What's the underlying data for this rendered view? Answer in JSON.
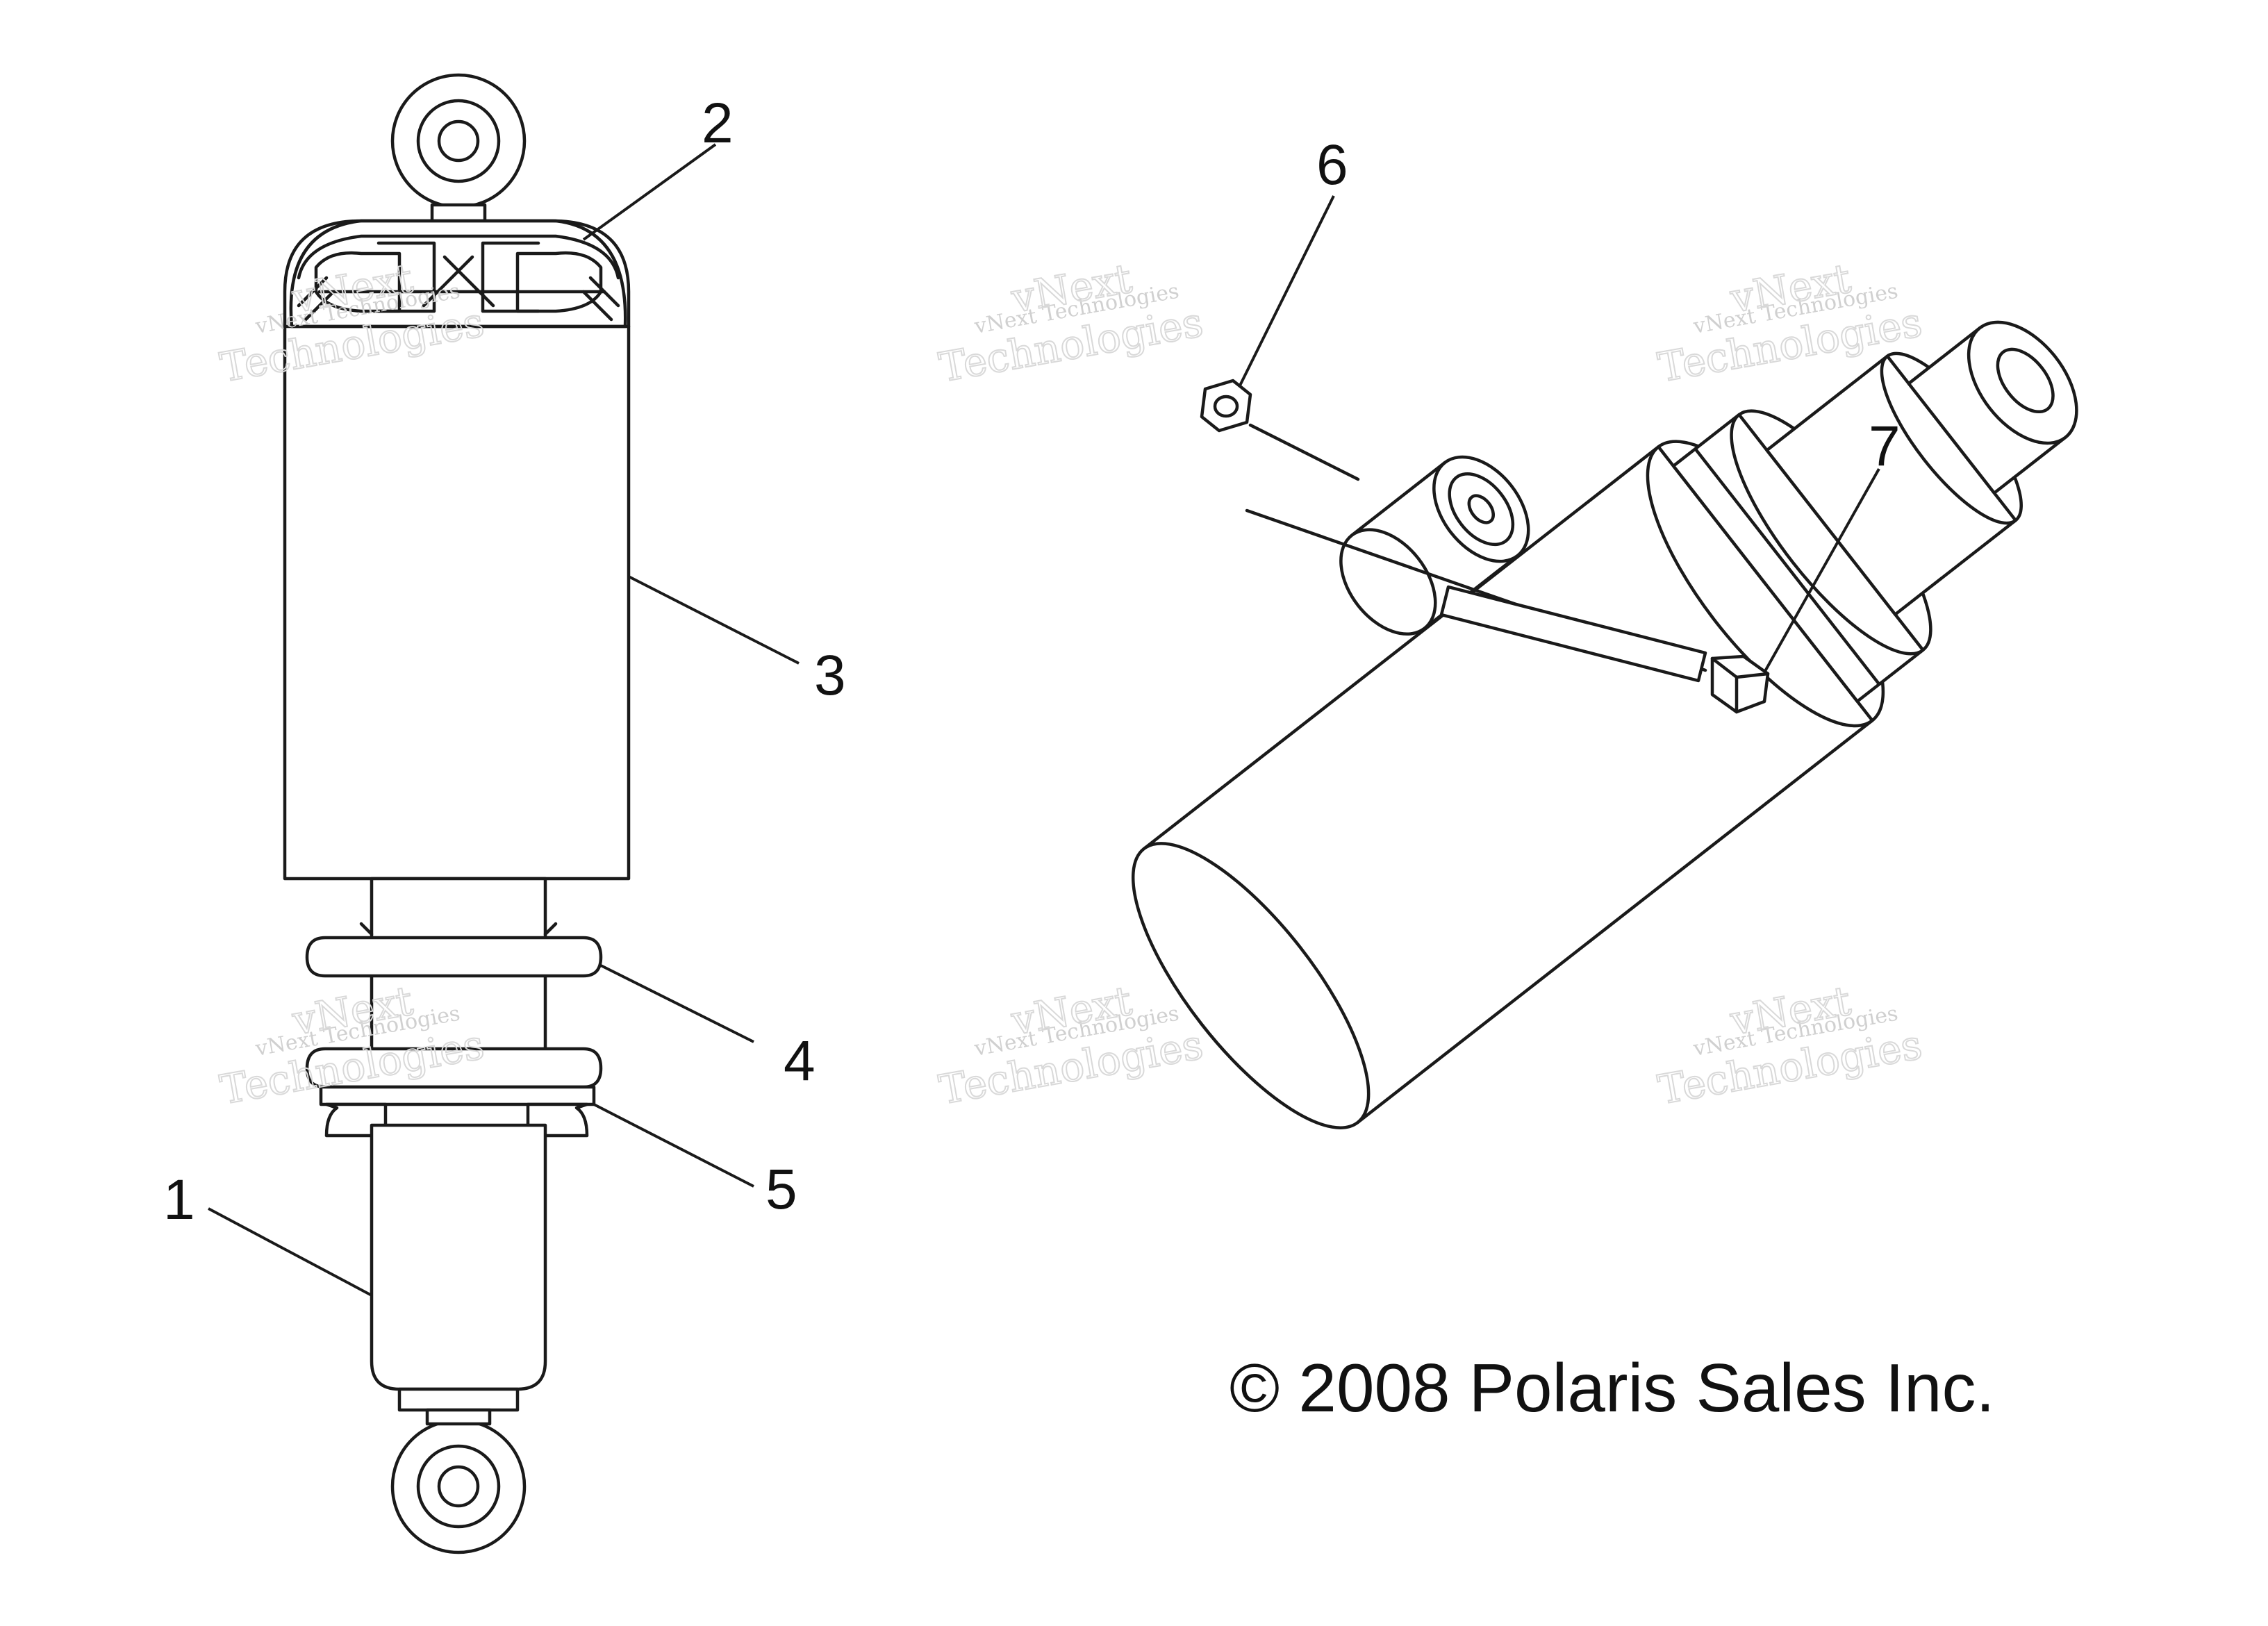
{
  "callouts": [
    "1",
    "2",
    "3",
    "4",
    "5",
    "6",
    "7"
  ],
  "copyright": "© 2008 Polaris Sales Inc.",
  "watermark": {
    "line_small": "vNext Technologies",
    "line_big_1": "vNext",
    "line_big_2": "Technologies"
  }
}
